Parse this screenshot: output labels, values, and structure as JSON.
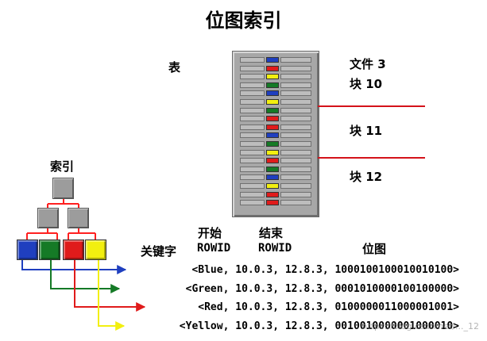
{
  "title": "位图索引",
  "table_label": "表",
  "index_label": "索引",
  "file_label": "文件 3",
  "blocks": [
    "块 10",
    "块 11",
    "块 12"
  ],
  "columns": {
    "key": "关键字",
    "start_top": "开始",
    "start_bottom": "ROWID",
    "end_top": "结束",
    "end_bottom": "ROWID",
    "bitmap": "位图"
  },
  "entries": [
    {
      "text": "<Blue, 10.0.3, 12.8.3, 1000100100010010100>",
      "color": "#1f3fbf"
    },
    {
      "text": "<Green, 10.0.3, 12.8.3, 0001010000100100000>",
      "color": "#157a26"
    },
    {
      "text": "<Red, 10.0.3, 12.8.3, 0100000011000001001>",
      "color": "#e01b1b"
    },
    {
      "text": "<Yellow, 10.0.3, 12.8.3, 0010010000001000010>",
      "color": "#f2ef10"
    }
  ],
  "row_colors": [
    "#1f3fbf",
    "#e01b1b",
    "#f2ef10",
    "#157a26",
    "#1f3fbf",
    "#f2ef10",
    "#157a26",
    "#e01b1b",
    "#e01b1b",
    "#1f3fbf",
    "#157a26",
    "#f2ef10",
    "#e01b1b",
    "#157a26",
    "#1f3fbf",
    "#f2ef10",
    "#e01b1b",
    "#e01b1b"
  ],
  "watermark": "https://blog.csdn.net/..._12"
}
